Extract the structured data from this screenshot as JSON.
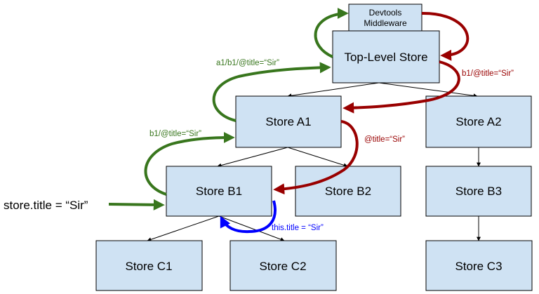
{
  "nodes": {
    "devtools_line1": "Devtools",
    "devtools_line2": "Middleware",
    "top_level_store": "Top-Level Store",
    "store_a1": "Store A1",
    "store_a2": "Store A2",
    "store_b1": "Store B1",
    "store_b2": "Store B2",
    "store_b3": "Store B3",
    "store_c1": "Store C1",
    "store_c2": "Store C2",
    "store_c3": "Store C3"
  },
  "labels": {
    "a1_path": "a1/b1/@title=“Sir”",
    "b1_path": "b1/@title=“Sir”",
    "b1_red_path": "b1/@title=“Sir”",
    "title_red": "@title=“Sir”",
    "this_title": "this.title = “Sir”",
    "store_title": "store.title = “Sir”"
  },
  "colors": {
    "node_fill": "#cfe2f3",
    "green": "#38761d",
    "red": "#990000",
    "blue": "#0000ff"
  }
}
